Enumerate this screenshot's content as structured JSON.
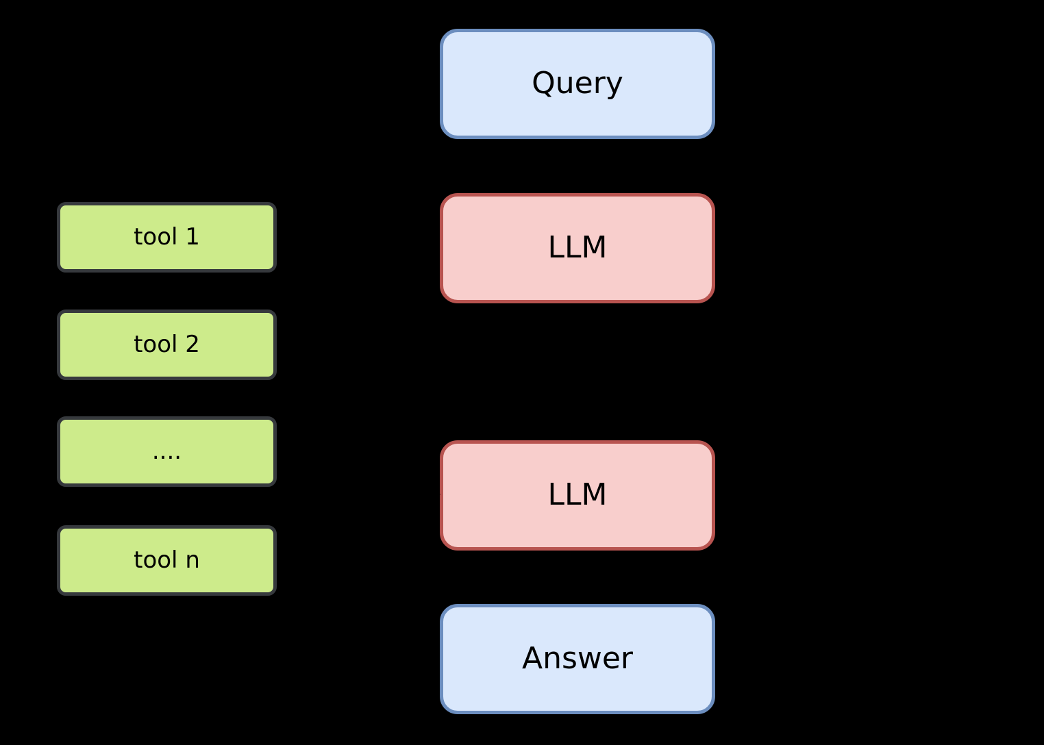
{
  "diagram": {
    "background_color": "#000000",
    "text_color": "#000000",
    "flow": {
      "query": {
        "label": "Query",
        "fill": "#dae8fc",
        "stroke": "#6c8ebf"
      },
      "llm_top": {
        "label": "LLM",
        "fill": "#f8cecc",
        "stroke": "#b85450"
      },
      "llm_bottom": {
        "label": "LLM",
        "fill": "#f8cecc",
        "stroke": "#b85450"
      },
      "answer": {
        "label": "Answer",
        "fill": "#dae8fc",
        "stroke": "#6c8ebf"
      }
    },
    "tools": {
      "tool_1": {
        "label": "tool 1",
        "fill": "#cdeb8b",
        "stroke": "#36393d"
      },
      "tool_2": {
        "label": "tool 2",
        "fill": "#cdeb8b",
        "stroke": "#36393d"
      },
      "ellipsis": {
        "label": "....",
        "fill": "#cdeb8b",
        "stroke": "#36393d"
      },
      "tool_n": {
        "label": "tool n",
        "fill": "#cdeb8b",
        "stroke": "#36393d"
      }
    },
    "connectors": {
      "arrowhead_color": "#000000"
    }
  }
}
